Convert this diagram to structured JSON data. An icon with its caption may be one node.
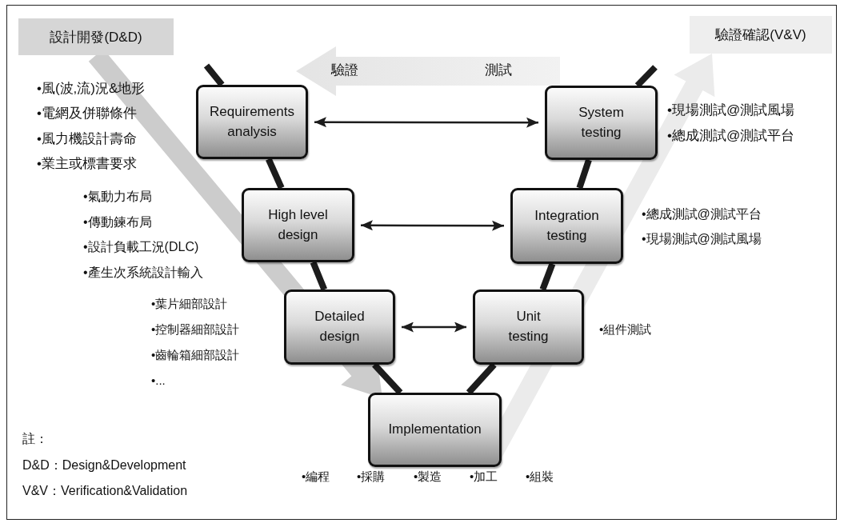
{
  "diagram": {
    "nodes": [
      {
        "text": [
          "設計開發(D&D)"
        ]
      },
      {
        "text": [
          "驗證確認(V&V)"
        ]
      },
      {
        "text": [
          "驗證",
          "測試"
        ]
      },
      {
        "text": [
          "Requirements analysis"
        ],
        "beside": [
          "•風(波,流)況&地形",
          "•電網及併聯條件",
          "•風力機設計壽命",
          "•業主或標書要求"
        ]
      },
      {
        "text": [
          "System testing"
        ],
        "beside": [
          "•現場測試@測試風場",
          "•總成測試@測試平台"
        ]
      },
      {
        "text": [
          "High level design"
        ],
        "beside": [
          "•氣動力布局",
          "•傳動鍊布局",
          "•設計負載工況(DLC)",
          "•產生次系統設計輸入"
        ]
      },
      {
        "text": [
          "Integration testing"
        ],
        "beside": [
          "•總成測試@測試平台",
          "•現場測試@測試風場"
        ]
      },
      {
        "text": [
          "Detailed design"
        ],
        "beside": [
          "•葉片細部設計",
          "•控制器細部設計",
          "•齒輪箱細部設計",
          "•..."
        ]
      },
      {
        "text": [
          "Unit testing"
        ],
        "beside": [
          "•組件測試"
        ]
      },
      {
        "text": [
          "Implementation"
        ],
        "beside": [
          "•編程",
          "•採購",
          "•製造",
          "•加工",
          "•組裝"
        ]
      }
    ],
    "edges": [
      {
        "from": null,
        "to": 3,
        "arrow": "none"
      },
      {
        "from": 3,
        "to": 5,
        "arrow": "none"
      },
      {
        "from": 5,
        "to": 7,
        "arrow": "none"
      },
      {
        "from": 7,
        "to": 9,
        "arrow": "none"
      },
      {
        "from": 9,
        "to": 8,
        "arrow": "none"
      },
      {
        "from": 8,
        "to": 6,
        "arrow": "none"
      },
      {
        "from": 6,
        "to": 4,
        "arrow": "none"
      },
      {
        "from": 4,
        "to": null,
        "arrow": "none"
      },
      {
        "from": 3,
        "to": 4,
        "arrow": "both"
      },
      {
        "from": 5,
        "to": 6,
        "arrow": "both"
      },
      {
        "from": 7,
        "to": 8,
        "arrow": "both"
      }
    ],
    "labels": [
      "註：",
      "D&D：Design&Development",
      "V&V：Verification&Validation"
    ]
  }
}
